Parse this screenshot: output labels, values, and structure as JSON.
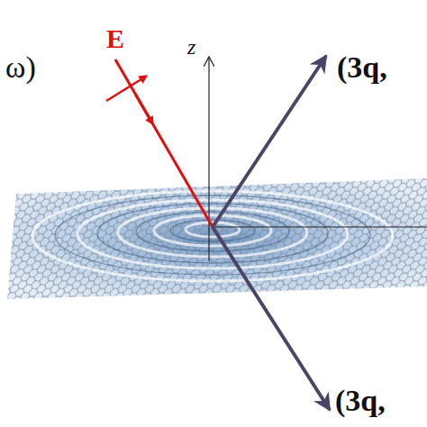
{
  "diagram": {
    "labels": [
      "ω)",
      "E",
      "z",
      "(3q,",
      "(3q,"
    ]
  }
}
